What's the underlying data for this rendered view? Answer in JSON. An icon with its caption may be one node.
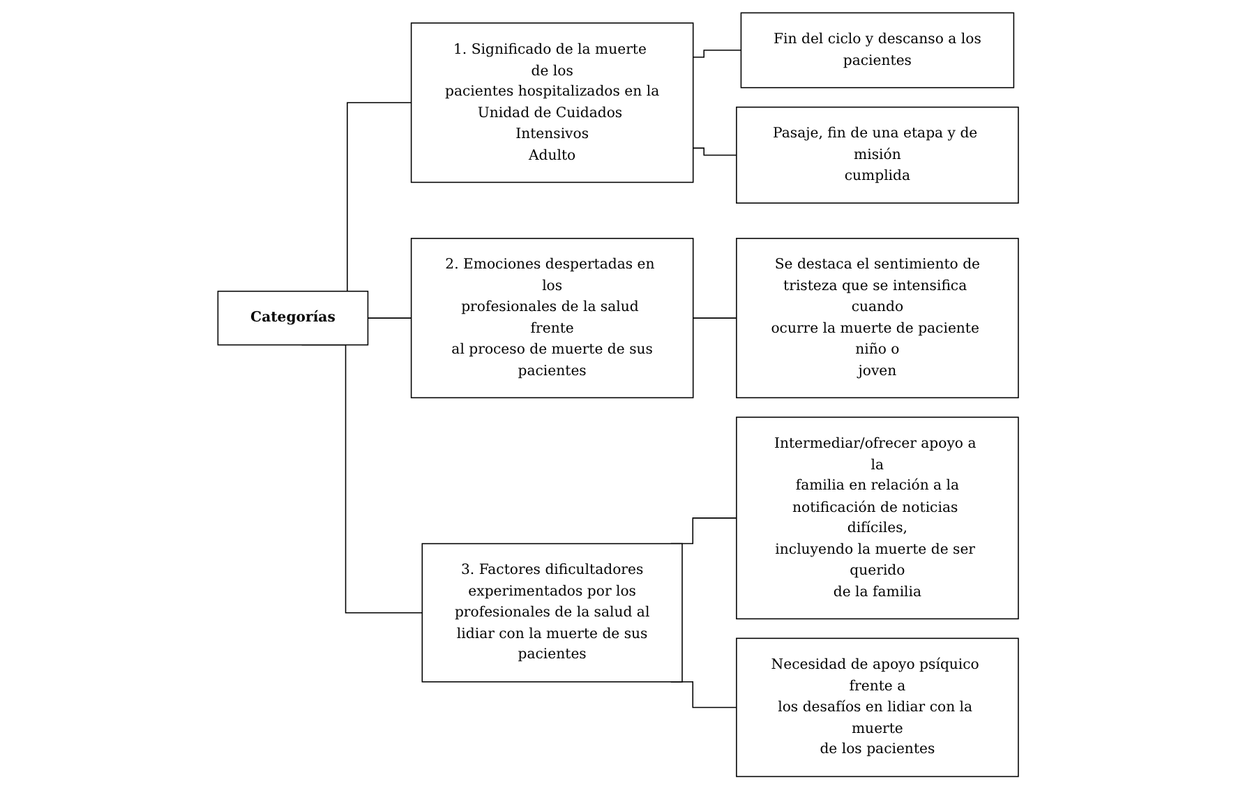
{
  "diagram": {
    "nodes": [
      {
        "text": [
          "Categorías"
        ]
      },
      {
        "text": [
          "1. Significado de la muerte de los pacientes hospitalizados en la Unidad de Cuidados Intensivos Adulto"
        ]
      },
      {
        "text": [
          "Fin del ciclo y descanso a los pacientes"
        ]
      },
      {
        "text": [
          "Pasaje, fin de una etapa y de misión cumplida"
        ]
      },
      {
        "text": [
          "2. Emociones despertadas en los profesionales de la salud frente al proceso de muerte de sus pacientes"
        ]
      },
      {
        "text": [
          "Se destaca el sentimiento de tristeza que se intensifica cuando ocurre la muerte de paciente niño o joven"
        ]
      },
      {
        "text": [
          "3. Factores dificultadores experimentados por los profesionales de la salud al lidiar con la muerte de sus pacientes"
        ]
      },
      {
        "text": [
          "Intermediar/ofrecer apoyo a la familia en relación a la notificación de noticias difíciles, incluyendo la muerte de ser querido de la familia"
        ]
      },
      {
        "text": [
          "Necesidad de apoyo psíquico frente a los desafíos en lidiar con la muerte de los pacientes"
        ]
      }
    ],
    "edges": [
      {
        "from": 0,
        "to": 1,
        "arrow": "none"
      },
      {
        "from": 0,
        "to": 4,
        "arrow": "none"
      },
      {
        "from": 0,
        "to": 6,
        "arrow": "none"
      },
      {
        "from": 1,
        "to": 2,
        "arrow": "none"
      },
      {
        "from": 1,
        "to": 3,
        "arrow": "none"
      },
      {
        "from": 4,
        "to": 5,
        "arrow": "none"
      },
      {
        "from": 6,
        "to": 7,
        "arrow": "none"
      },
      {
        "from": 6,
        "to": 8,
        "arrow": "none"
      }
    ]
  }
}
